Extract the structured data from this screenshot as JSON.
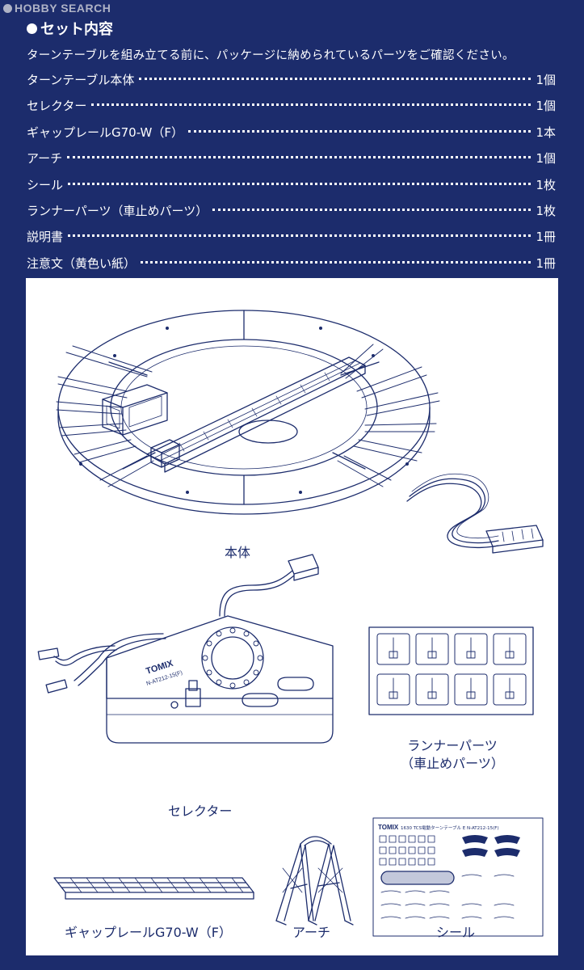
{
  "watermark": "HOBBY SEARCH",
  "section": {
    "title": "セット内容",
    "intro": "ターンテーブルを組み立てる前に、パッケージに納められているパーツをご確認ください。"
  },
  "parts": [
    {
      "name": "ターンテーブル本体",
      "qty": "1個"
    },
    {
      "name": "セレクター",
      "qty": "1個"
    },
    {
      "name": "ギャップレールG70-W（F）",
      "qty": "1本"
    },
    {
      "name": "アーチ",
      "qty": "1個"
    },
    {
      "name": "シール",
      "qty": "1枚"
    },
    {
      "name": "ランナーパーツ（車止めパーツ）",
      "qty": "1枚"
    },
    {
      "name": "説明書",
      "qty": "1冊"
    },
    {
      "name": "注意文（黄色い紙）",
      "qty": "1冊"
    }
  ],
  "figures": {
    "turntable": "本体",
    "selector": "セレクター",
    "runner_line1": "ランナーパーツ",
    "runner_line2": "（車止めパーツ）",
    "gap_rail": "ギャップレールG70-W（F）",
    "arch": "アーチ",
    "sticker": "シール"
  },
  "selector_labels": {
    "brand": "TOMIX",
    "model": "N-AT212-15(F)"
  },
  "sticker_labels": {
    "brand": "TOMIX",
    "text": "1630 TCS電動ターンテーブル E N-AT212-15(F)"
  },
  "colors": {
    "background": "#1c2c6c",
    "panel": "#ffffff",
    "ink": "#1c2c6c"
  }
}
